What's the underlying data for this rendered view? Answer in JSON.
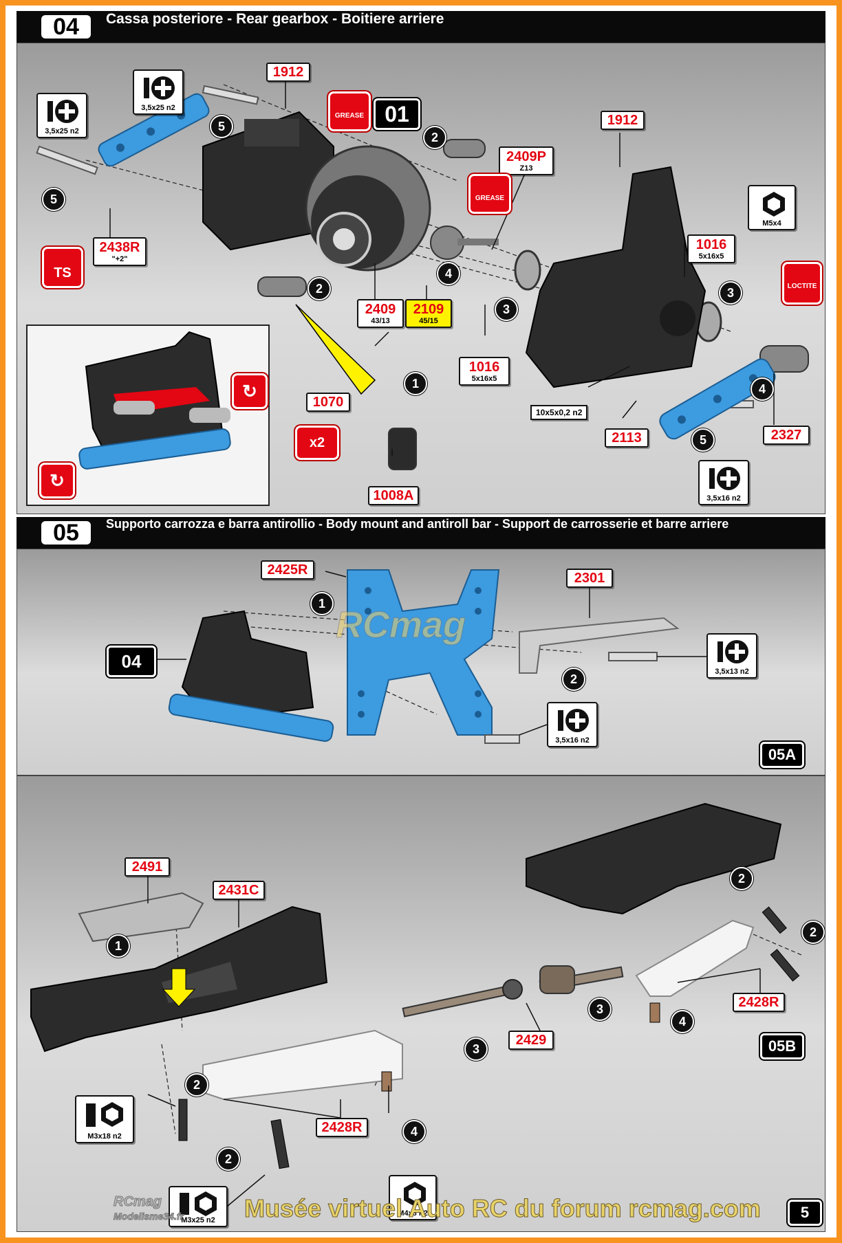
{
  "section04": {
    "step": "04",
    "title": "Cassa posteriore - Rear gearbox - Boitiere arriere",
    "labels": [
      {
        "code": "1912",
        "sub": ""
      },
      {
        "code": "1912",
        "sub": ""
      },
      {
        "code": "2438R",
        "sub": "\"+2\""
      },
      {
        "code": "2409P",
        "sub": "Z13"
      },
      {
        "code": "1016",
        "sub": "5x16x5"
      },
      {
        "code": "2409",
        "sub": "43/13"
      },
      {
        "code": "2109",
        "sub": "45/15"
      },
      {
        "code": "1016",
        "sub": "5x16x5"
      },
      {
        "code": "1070",
        "sub": ""
      },
      {
        "code": "1008A",
        "sub": ""
      },
      {
        "code": "2113",
        "sub": ""
      },
      {
        "code": "2327",
        "sub": ""
      }
    ],
    "tools": [
      {
        "text": "3,5x25 n2",
        "type": "phillips-icon"
      },
      {
        "text": "3,5x25 n2",
        "type": "phillips-icon"
      },
      {
        "text": "M5x4",
        "type": "hex-icon"
      },
      {
        "text": "3,5x16 n2",
        "type": "phillips-icon"
      }
    ],
    "subassembly": "01",
    "grease1": "GREASE",
    "grease2": "GREASE",
    "loctite": "LOCTITE",
    "ts": "TS",
    "x2": "x2",
    "washer": "10x5x0,2 n2",
    "steps": [
      "5",
      "5",
      "2",
      "2",
      "4",
      "3",
      "3",
      "4",
      "5",
      "1"
    ]
  },
  "section05": {
    "step": "05",
    "title": "Supporto carrozza e barra antirollio - Body mount and antiroll bar - Support de carrosserie et barre arriere",
    "panelA": {
      "tag": "05A",
      "ref": "04",
      "labels": [
        {
          "code": "2425R"
        },
        {
          "code": "2301"
        }
      ],
      "tools": [
        {
          "text": "3,5x13 n2"
        },
        {
          "text": "3,5x16 n2"
        }
      ],
      "steps": [
        "1",
        "2"
      ]
    },
    "panelB": {
      "tag": "05B",
      "labels": [
        {
          "code": "2491"
        },
        {
          "code": "2431C"
        },
        {
          "code": "2428R"
        },
        {
          "code": "2429"
        },
        {
          "code": "2428R"
        }
      ],
      "tools": [
        {
          "text": "M3x18 n2"
        },
        {
          "text": "M3x25 n2"
        },
        {
          "text": "M4x8 n2"
        }
      ],
      "steps": [
        "1",
        "2",
        "2",
        "3",
        "4",
        "2",
        "2",
        "3",
        "4"
      ]
    }
  },
  "footer": {
    "page": "5",
    "watermark": "Musée virtuel Auto RC du forum rcmag.com",
    "rcmag_small": "RCmag",
    "site_small": "Modelisme34.fr",
    "rcmag_center": "RCmag"
  }
}
